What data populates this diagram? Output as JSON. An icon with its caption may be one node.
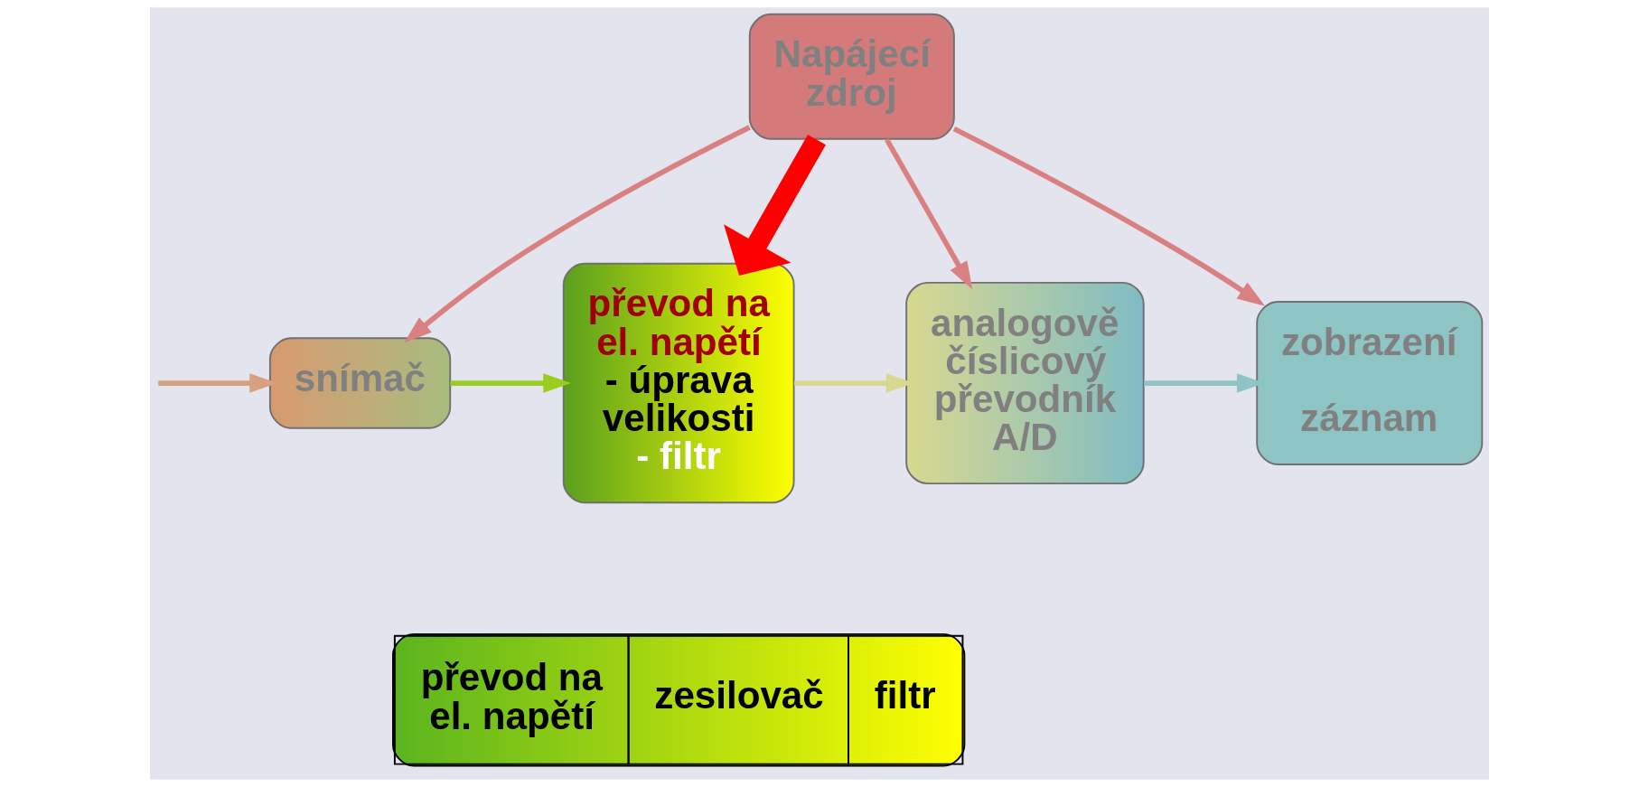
{
  "diagram": {
    "nodes": [
      {
        "text": [
          "Napájecí zdroj"
        ]
      },
      {
        "text": [
          "snímač"
        ]
      },
      {
        "text": [
          "převod na el. napětí",
          "- úprava velikosti",
          "- filtr"
        ]
      },
      {
        "text": [
          "analogově číslicový převodník",
          "A/D"
        ]
      },
      {
        "text": [
          "zobrazení",
          "záznam"
        ]
      },
      {
        "text": [
          "převod na el. napětí",
          "zesilovač",
          "filtr"
        ]
      }
    ],
    "edges": [
      {
        "from": null,
        "to": 1,
        "arrow": "to",
        "color": "#d8a080"
      },
      {
        "from": 1,
        "to": 2,
        "arrow": "to",
        "color": "#9acd20"
      },
      {
        "from": 2,
        "to": 3,
        "arrow": "to",
        "color": "#d8d890"
      },
      {
        "from": 3,
        "to": 4,
        "arrow": "to",
        "color": "#8fc4c4"
      },
      {
        "from": 0,
        "to": 1,
        "arrow": "to"
      },
      {
        "from": 0,
        "to": 2,
        "arrow": "to",
        "style": "thick",
        "color": "#ff0000"
      },
      {
        "from": 0,
        "to": 3,
        "arrow": "to"
      },
      {
        "from": 0,
        "to": 4,
        "arrow": "to"
      }
    ]
  }
}
